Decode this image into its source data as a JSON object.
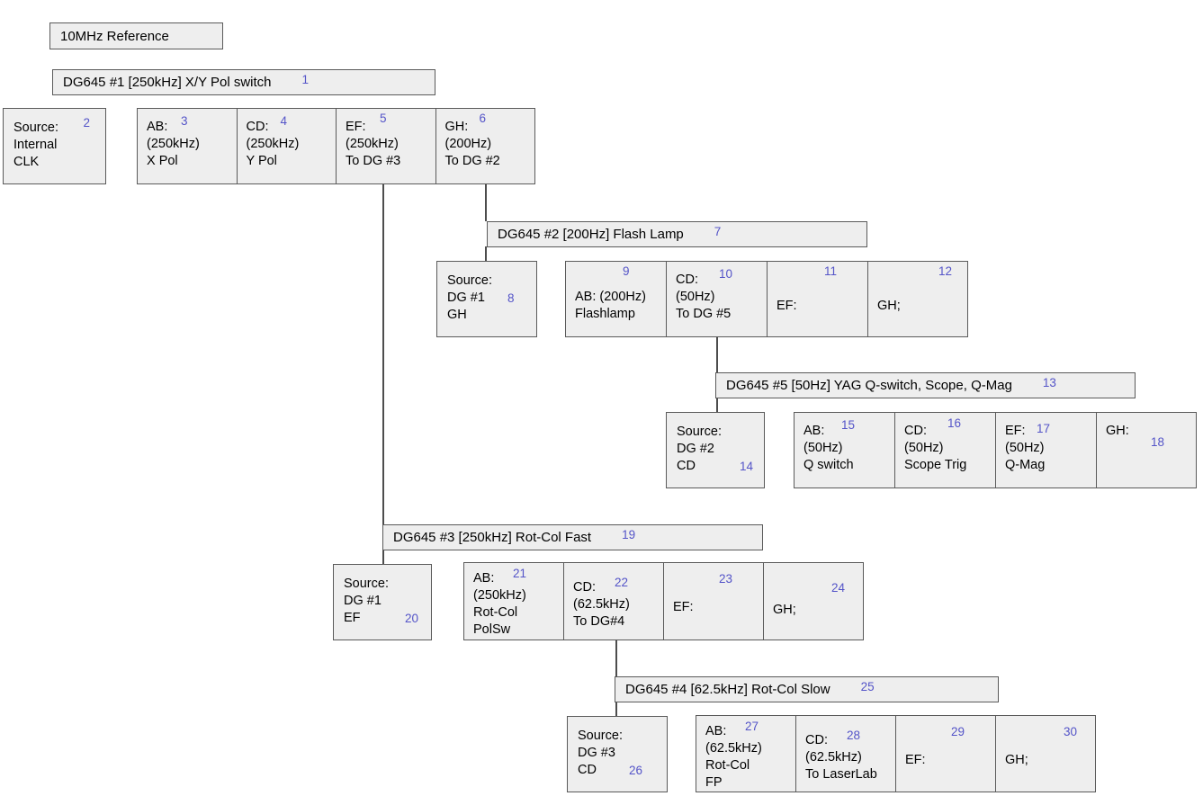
{
  "diagram": {
    "title_box": {
      "label": "10MHz Reference"
    },
    "units": [
      {
        "id": "dg1",
        "header": {
          "text": "DG645 #1 [250kHz]  X/Y Pol switch",
          "num": "1"
        },
        "source": {
          "num": "2",
          "lines": [
            "Source:",
            "Internal",
            "CLK"
          ]
        },
        "outputs": [
          {
            "num": "3",
            "lines": [
              "AB:",
              "(250kHz)",
              "X Pol"
            ]
          },
          {
            "num": "4",
            "lines": [
              "CD:",
              "(250kHz)",
              "Y Pol"
            ]
          },
          {
            "num": "5",
            "lines": [
              "EF:",
              "(250kHz)",
              "To DG #3"
            ]
          },
          {
            "num": "6",
            "lines": [
              "GH:",
              "(200Hz)",
              "To DG #2"
            ]
          }
        ]
      },
      {
        "id": "dg2",
        "header": {
          "text": "DG645 #2 [200Hz]  Flash Lamp",
          "num": "7"
        },
        "source": {
          "num": "8",
          "lines": [
            "Source:",
            "DG #1",
            "GH"
          ]
        },
        "outputs": [
          {
            "num": "9",
            "lines": [
              "AB: (200Hz)",
              "Flashlamp"
            ]
          },
          {
            "num": "10",
            "lines": [
              "CD:",
              "(50Hz)",
              "To DG #5"
            ]
          },
          {
            "num": "11",
            "lines": [
              "EF:"
            ]
          },
          {
            "num": "12",
            "lines": [
              "GH;"
            ]
          }
        ]
      },
      {
        "id": "dg5",
        "header": {
          "text": "DG645 #5 [50Hz]  YAG Q-switch, Scope, Q-Mag",
          "num": "13"
        },
        "source": {
          "num": "14",
          "lines": [
            "Source:",
            "DG #2",
            "CD"
          ]
        },
        "outputs": [
          {
            "num": "15",
            "lines": [
              "AB:",
              "(50Hz)",
              "Q switch"
            ]
          },
          {
            "num": "16",
            "lines": [
              "CD:",
              "(50Hz)",
              "Scope Trig"
            ]
          },
          {
            "num": "17",
            "lines": [
              "EF:",
              "(50Hz)",
              "Q-Mag"
            ]
          },
          {
            "num": "18",
            "lines": [
              "GH:"
            ]
          }
        ]
      },
      {
        "id": "dg3",
        "header": {
          "text": "DG645 #3 [250kHz]  Rot-Col Fast",
          "num": "19"
        },
        "source": {
          "num": "20",
          "lines": [
            "Source:",
            "DG #1",
            "EF"
          ]
        },
        "outputs": [
          {
            "num": "21",
            "lines": [
              "AB:",
              "(250kHz)",
              "Rot-Col",
              "PolSw"
            ]
          },
          {
            "num": "22",
            "lines": [
              "CD:",
              "(62.5kHz)",
              "To DG#4"
            ]
          },
          {
            "num": "23",
            "lines": [
              "EF:"
            ]
          },
          {
            "num": "24",
            "lines": [
              "GH;"
            ]
          }
        ]
      },
      {
        "id": "dg4",
        "header": {
          "text": "DG645 #4 [62.5kHz]  Rot-Col Slow",
          "num": "25"
        },
        "source": {
          "num": "26",
          "lines": [
            "Source:",
            "DG #3",
            "CD"
          ]
        },
        "outputs": [
          {
            "num": "27",
            "lines": [
              "AB:",
              "(62.5kHz)",
              "Rot-Col",
              "FP"
            ]
          },
          {
            "num": "28",
            "lines": [
              "CD:",
              "(62.5kHz)",
              "To LaserLab"
            ]
          },
          {
            "num": "29",
            "lines": [
              "EF:"
            ]
          },
          {
            "num": "30",
            "lines": [
              "GH;"
            ]
          }
        ]
      }
    ],
    "colors": {
      "box_fill": "#eeeeee",
      "box_border": "#5a5a5a",
      "index_number": "#5454c8",
      "connector": "#4d4d4d",
      "text": "#000000"
    }
  }
}
